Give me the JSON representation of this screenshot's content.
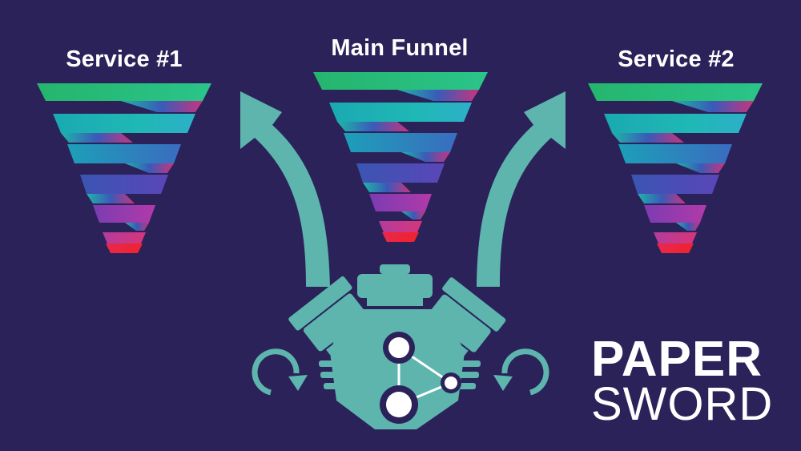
{
  "labels": {
    "service_1": "Service #1",
    "main_funnel": "Main Funnel",
    "service_2": "Service #2"
  },
  "logo": {
    "line1": "PAPER",
    "line2": "SWORD"
  },
  "colors": {
    "background": "#2b2259",
    "accent_teal": "#5db5ae",
    "funnel_green": "#23b86b",
    "funnel_teal": "#1ab0b8",
    "funnel_blue": "#3a4fb0",
    "funnel_purple": "#8a3ab0",
    "funnel_red": "#ec2430"
  },
  "icons": {
    "engine": "engine-icon",
    "rotate_left": "rotate-counterclockwise-icon",
    "rotate_right": "rotate-clockwise-icon",
    "arrow_left": "curved-arrow-up-left-icon",
    "arrow_right": "curved-arrow-up-right-icon"
  }
}
